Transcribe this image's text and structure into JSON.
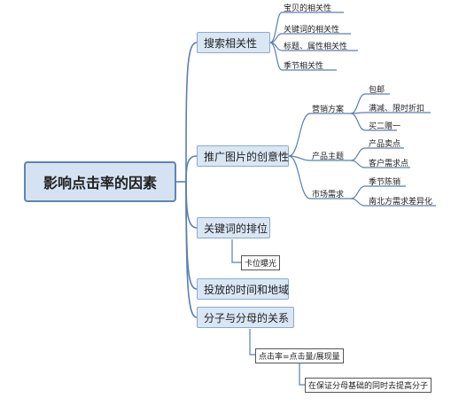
{
  "root": "影响点击率的因素",
  "branches": [
    {
      "label": "搜索相关性",
      "children": [
        "宝贝的相关性",
        "关键词的相关性",
        "标题、属性相关性",
        "季节相关性"
      ]
    },
    {
      "label": "推广图片的创意性",
      "groups": [
        {
          "label": "营销方案",
          "children": [
            "包邮",
            "满减、限时折扣",
            "买二赠一"
          ]
        },
        {
          "label": "产品主题",
          "children": [
            "产品卖点",
            "客户需求点"
          ]
        },
        {
          "label": "市场需求",
          "children": [
            "季节陈销",
            "南北方需求差异化"
          ]
        }
      ]
    },
    {
      "label": "关键词的排位",
      "children": [
        "卡位曝光"
      ]
    },
    {
      "label": "投放的时间和地域"
    },
    {
      "label": "分子与分母的关系",
      "children": [
        "点击率=点击量/展现量"
      ],
      "grandchild": "在保证分母基础的同时去提高分子"
    }
  ]
}
